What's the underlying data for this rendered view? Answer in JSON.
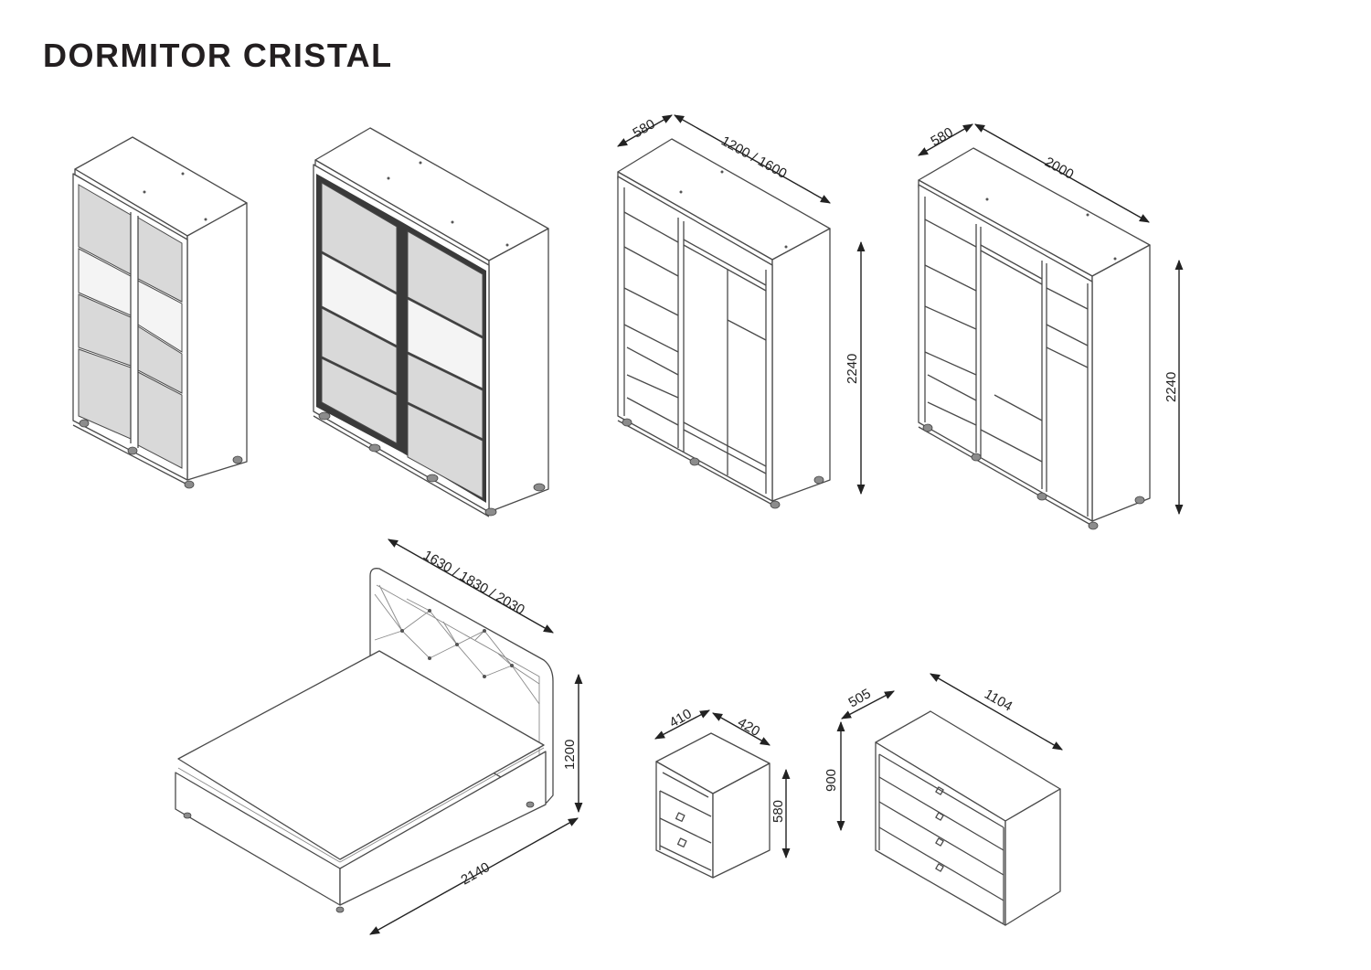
{
  "title": "DORMITOR CRISTAL",
  "dimensions": {
    "wardrobe_a_depth": "580",
    "wardrobe_a_width": "1200 / 1600",
    "wardrobe_a_height": "2240",
    "wardrobe_b_depth": "580",
    "wardrobe_b_width": "2000",
    "wardrobe_b_height": "2240",
    "bed_width": "1630 / 1830 / 2030",
    "bed_height": "1200",
    "bed_length": "2140",
    "nightstand_width": "410",
    "nightstand_depth": "420",
    "nightstand_height": "580",
    "dresser_depth": "505",
    "dresser_width": "1104",
    "dresser_height": "900"
  }
}
